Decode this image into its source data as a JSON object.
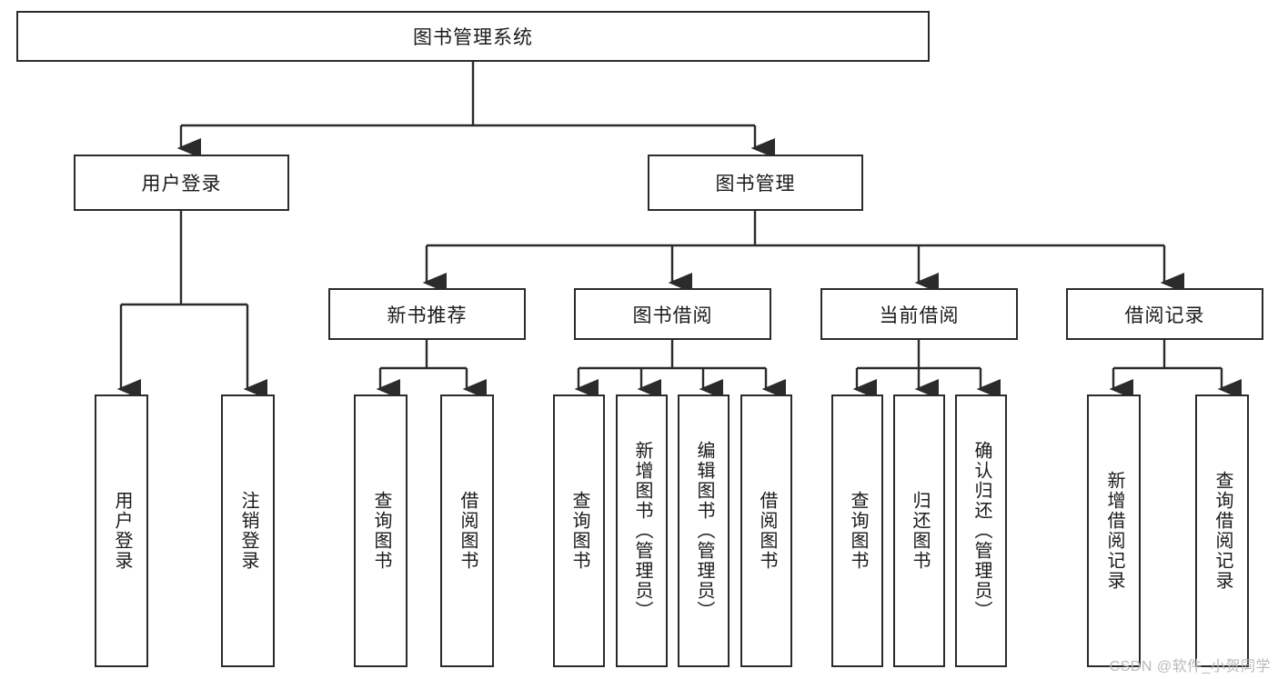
{
  "diagram": {
    "type": "tree",
    "title_node": "图书管理系统",
    "watermark": "CSDN @软件_小贺同学",
    "colors": {
      "stroke": "#2b2b2b",
      "fill": "#ffffff",
      "text": "#1a1a1a",
      "watermark": "#b9b9b9"
    },
    "nodes": {
      "root": "图书管理系统",
      "level1": {
        "user_login": "用户登录",
        "book_manage": "图书管理"
      },
      "level2": {
        "new_book_recommend": "新书推荐",
        "book_borrow": "图书借阅",
        "current_borrow": "当前借阅",
        "borrow_record": "借阅记录"
      },
      "leaves": {
        "user_login": [
          "用户登录",
          "注销登录"
        ],
        "new_book_recommend": [
          "查询图书",
          "借阅图书"
        ],
        "book_borrow": [
          "查询图书",
          "新增图书（管理员）",
          "编辑图书（管理员）",
          "借阅图书"
        ],
        "current_borrow": [
          "查询图书",
          "归还图书",
          "确认归还（管理员）"
        ],
        "borrow_record": [
          "新增借阅记录",
          "查询借阅记录"
        ]
      }
    }
  }
}
